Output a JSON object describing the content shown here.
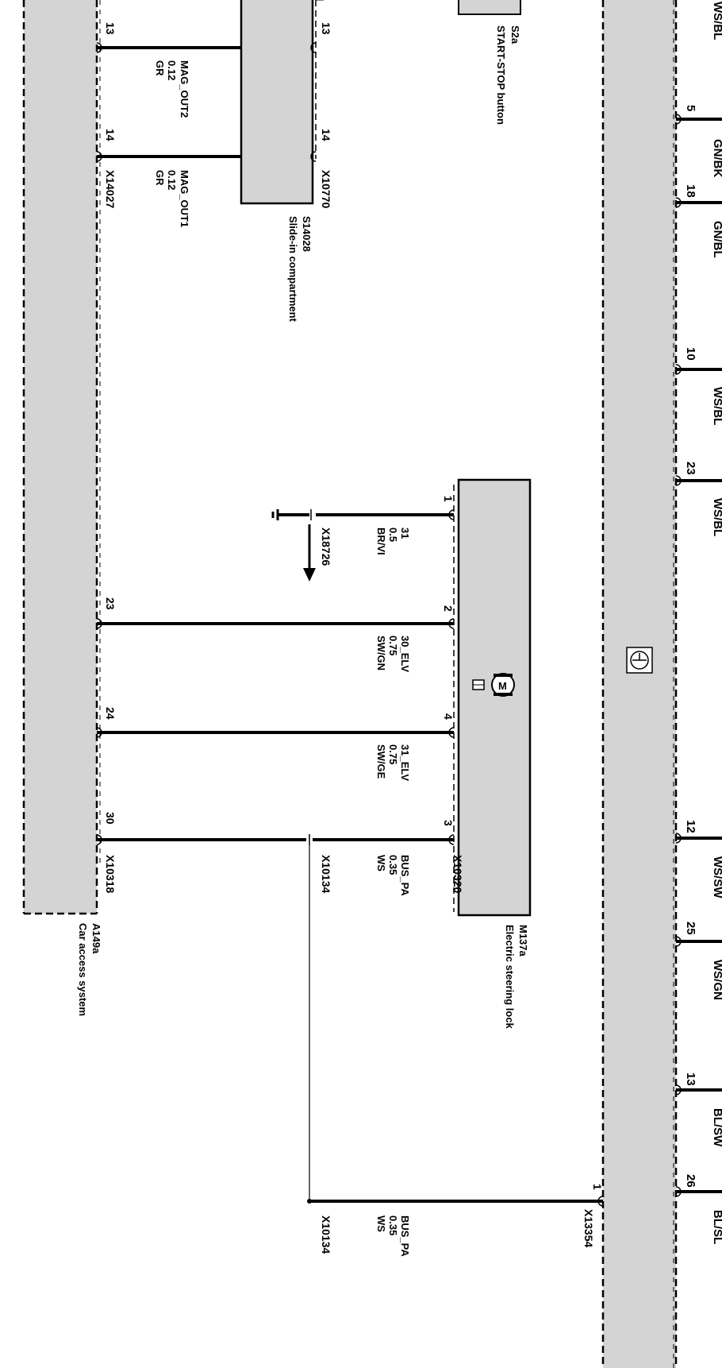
{
  "colors": {
    "module_fill": "#d4d4d4",
    "line": "#000000",
    "background": "#ffffff"
  },
  "components": {
    "s2a": {
      "id": "S2a",
      "name": "START-STOP button"
    },
    "s14028": {
      "id": "S14028",
      "name": "Slide-in compartment"
    },
    "m137a": {
      "id": "M137a",
      "name": "Electric steering lock",
      "icon": "motor-icon"
    },
    "a149a": {
      "id": "A149a",
      "name": "Car access system"
    }
  },
  "ground_symbol": "ground-icon",
  "top_bus_pins": [
    "5",
    "18",
    "10",
    "23",
    "12",
    "25",
    "13",
    "26"
  ],
  "top_wire_fragments": [
    "GN/BK",
    "GN/BL",
    "WS/BL",
    "WS/BL",
    "WS/SW",
    "WS/GN",
    "BL/SW",
    "BL/SL"
  ],
  "clipped_fragment": "WS/BL",
  "connectors": {
    "x13354": "X13354",
    "x10320": "X10320",
    "x18726": "X18726",
    "x10770": "X10770",
    "x14027": "X14027",
    "x10318": "X10318",
    "x10134a": "X10134",
    "x10134b": "X10134"
  },
  "pins": {
    "x13354_1": "1",
    "s14028_13": "13",
    "s14028_14": "14",
    "a149a_13": "13",
    "a149a_14": "14",
    "a149a_23": "23",
    "a149a_24": "24",
    "a149a_30": "30",
    "m137a_1": "1",
    "m137a_2": "2",
    "m137a_4": "4",
    "m137a_3": "3"
  },
  "wires": {
    "mag_out2": {
      "signal": "MAG_OUT2",
      "size": "0.12",
      "color": "GR"
    },
    "mag_out1": {
      "signal": "MAG_OUT1",
      "size": "0.12",
      "color": "GR"
    },
    "w31": {
      "signal": "31",
      "size": "0.5",
      "color": "BR/VI"
    },
    "w30_elv": {
      "signal": "30_ELV",
      "size": "0.75",
      "color": "SW/GN"
    },
    "w31_elv": {
      "signal": "31_ELV",
      "size": "0.75",
      "color": "SW/GE"
    },
    "bus_pa_1": {
      "signal": "BUS_PA",
      "size": "0.35",
      "color": "WS"
    },
    "bus_pa_2": {
      "signal": "BUS_PA",
      "size": "0.35",
      "color": "WS"
    }
  }
}
